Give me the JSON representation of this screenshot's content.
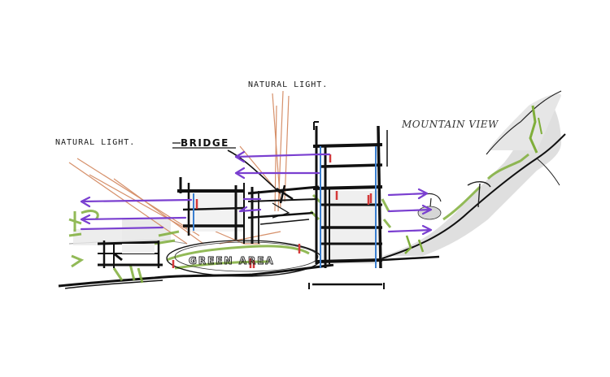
{
  "sketch": {
    "labels": {
      "natural_light_top": "NATURAL LIGHT.",
      "natural_light_left": "NATURAL LIGHT.",
      "bridge": "BRIDGE",
      "mountain_view": "MOUNTAIN VIEW",
      "green_area": "GREEN AREA"
    },
    "colors": {
      "ink": "#111111",
      "view_arrows": "#7a3fd0",
      "light_rays": "#d2845a",
      "vegetation": "#7fae3a",
      "glazing": "#3a7fd0",
      "people": "#d43a3a",
      "hill_shade": "#dcdcdc"
    }
  }
}
